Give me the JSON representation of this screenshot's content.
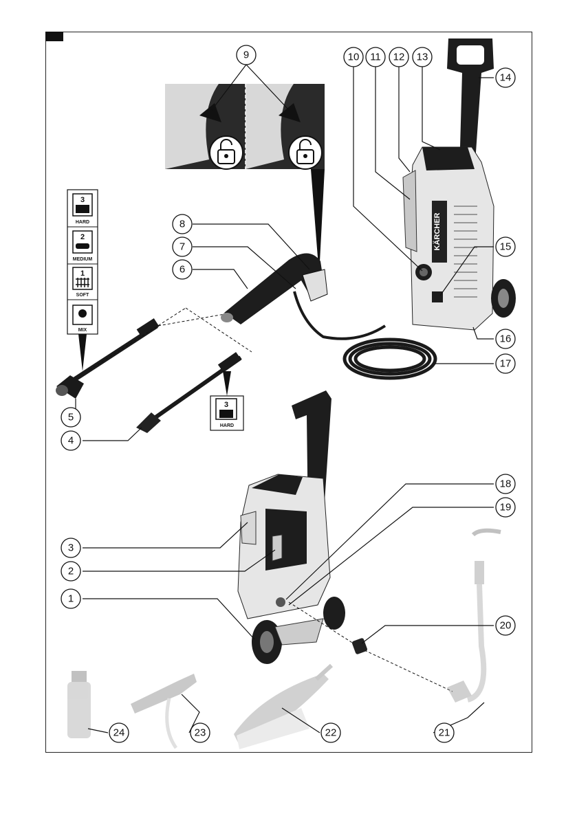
{
  "callouts": [
    "1",
    "2",
    "3",
    "4",
    "5",
    "6",
    "7",
    "8",
    "9",
    "10",
    "11",
    "12",
    "13",
    "14",
    "15",
    "16",
    "17",
    "18",
    "19",
    "20",
    "21",
    "22",
    "23",
    "24"
  ],
  "badges": {
    "hard": {
      "num": "3",
      "label": "HARD"
    },
    "medium": {
      "num": "2",
      "label": "MEDIUM"
    },
    "soft": {
      "num": "1",
      "label": "SOFT"
    },
    "mix": {
      "label": "MIX"
    },
    "hard2": {
      "num": "3",
      "label": "HARD"
    }
  },
  "brand": "KÄRCHER",
  "icons": [
    "unlock-icon",
    "unlock-icon"
  ],
  "colors": {
    "ink": "#111111",
    "body": "#e6e6e6",
    "ghost": "#b5b5b5",
    "dark": "#1d1d1d"
  }
}
